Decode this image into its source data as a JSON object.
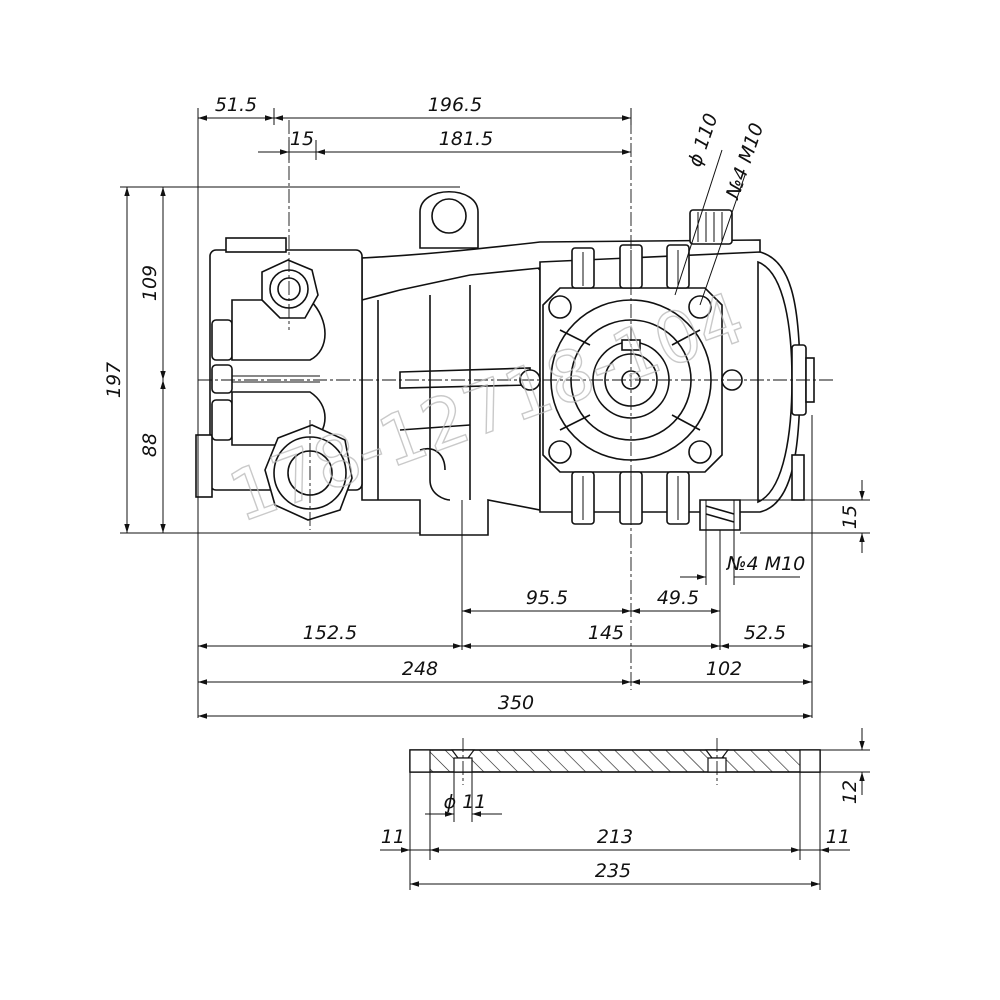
{
  "watermark": "178-12718-104",
  "dimensions": {
    "top_51_5": "51.5",
    "top_196_5": "196.5",
    "top_15": "15",
    "top_181_5": "181.5",
    "dia_110": "ϕ 110",
    "n4_m10_top": "№4 M10",
    "left_197": "197",
    "left_109": "109",
    "left_88": "88",
    "right_15": "15",
    "n4_m10_bottom": "№4 M10",
    "d_95_5": "95.5",
    "d_49_5": "49.5",
    "d_152_5": "152.5",
    "d_145": "145",
    "d_52_5": "52.5",
    "d_248": "248",
    "d_102": "102",
    "d_350": "350",
    "plate_12": "12",
    "plate_dia_11": "ϕ 11",
    "plate_11_left": "11",
    "plate_213": "213",
    "plate_11_right": "11",
    "plate_235": "235"
  }
}
